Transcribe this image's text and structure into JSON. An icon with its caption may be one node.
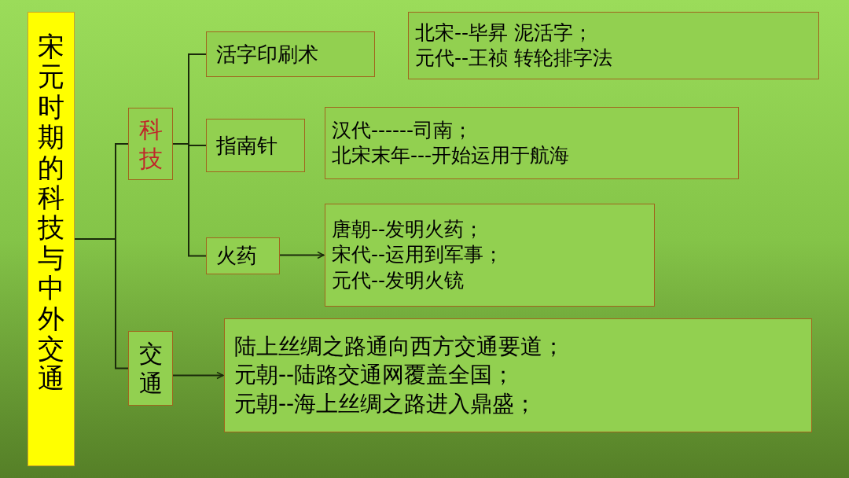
{
  "diagram": {
    "nodes": [
      {
        "text": [
          "宋元时期的科技与中外交通"
        ]
      },
      {
        "text": [
          "科技"
        ]
      },
      {
        "text": [
          "交通"
        ]
      },
      {
        "text": [
          "活字印刷术"
        ]
      },
      {
        "text": [
          "指南针"
        ]
      },
      {
        "text": [
          "火药"
        ]
      },
      {
        "text": [
          "北宋--毕昇 泥活字；",
          "元代--王祯 转轮排字法"
        ]
      },
      {
        "text": [
          "汉代------司南；",
          "北宋末年---开始运用于航海"
        ]
      },
      {
        "text": [
          "唐朝--发明火药；",
          "宋代--运用到军事；",
          "元代--发明火铳"
        ]
      },
      {
        "text": [
          "陆上丝绸之路通向西方交通要道；",
          "元朝--陆路交通网覆盖全国；",
          "元朝--海上丝绸之路进入鼎盛；"
        ]
      }
    ],
    "edges": [
      {
        "from": 0,
        "to": 1,
        "arrow": "none"
      },
      {
        "from": 0,
        "to": 2,
        "arrow": "none"
      },
      {
        "from": 1,
        "to": 3,
        "arrow": "none"
      },
      {
        "from": 1,
        "to": 4,
        "arrow": "none"
      },
      {
        "from": 1,
        "to": 5,
        "arrow": "none"
      },
      {
        "from": 5,
        "to": 8,
        "arrow": "to"
      },
      {
        "from": 2,
        "to": 9,
        "arrow": "to"
      }
    ]
  }
}
